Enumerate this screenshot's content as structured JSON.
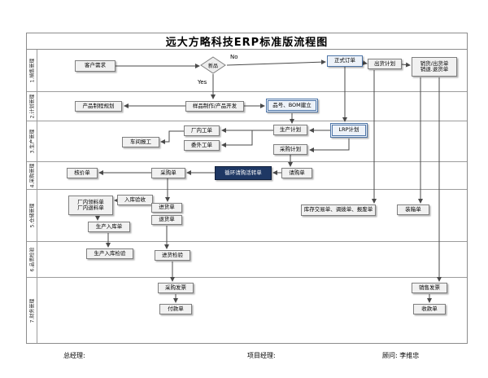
{
  "title": "远大方略科技ERP标准版流程图",
  "lanes": [
    {
      "label": "1.销售管理"
    },
    {
      "label": "2.计划管理"
    },
    {
      "label": "3.生产管理"
    },
    {
      "label": "4.采购管理"
    },
    {
      "label": "5.仓储管理"
    },
    {
      "label": "6.品质检验"
    },
    {
      "label": "7.财务管理"
    }
  ],
  "decision": {
    "label": "新品",
    "yes": "Yes",
    "no": "No"
  },
  "nodes": {
    "customer_demand": "客户需求",
    "formal_order": "正式订单",
    "shipment_plan": "出货计划",
    "sales_ship_doc": "销货/出货单",
    "sales_return_doc": "销退.退货单",
    "process_planning": "产品制程规划",
    "sample_dev": "样品制作/产品开发",
    "bom_setup": "品号、BOM建立",
    "workshop_report": "车间报工",
    "internal_wo": "厂内工单",
    "outsource_wo": "委外工单",
    "production_plan": "生产计划",
    "purchase_plan": "采购计划",
    "lrp_plan": "LRP计划",
    "price_check": "核价单",
    "purchase_order": "采购单",
    "cycle_requisition": "循环请购活转单",
    "requisition": "请购单",
    "factory_issue": "厂内领料单",
    "factory_return": "厂内退料单",
    "warehouse_accept": "入库验收",
    "receipt_doc": "进货单",
    "return_doc": "退货单",
    "production_receipt": "生产入库单",
    "inventory_docs": "库存交易单、调拨单、报废单",
    "packing_list": "装箱单",
    "production_inspection": "生产入库检验",
    "incoming_inspection": "进货检验",
    "purchase_invoice": "采购发票",
    "payment_doc": "付款单",
    "sales_invoice": "销售发票",
    "receipt_payment": "收款单"
  },
  "footer": {
    "general_manager": "总经理:",
    "project_manager": "项目经理:",
    "consultant": "顾问: 李维忠"
  }
}
